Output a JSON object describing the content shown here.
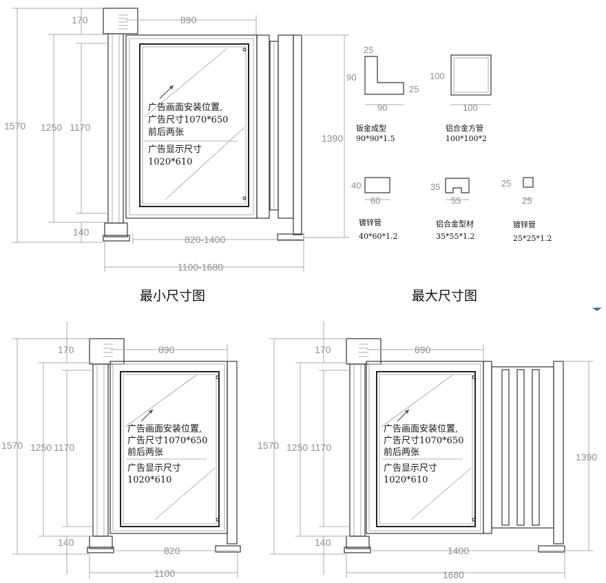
{
  "captions": {
    "min": "最小尺寸图",
    "max": "最大尺寸图"
  },
  "ad_note": {
    "line1": "广告画面安装位置,",
    "line2": "广告尺寸1070*650",
    "line3": "前后两张",
    "line4": "广告显示尺寸",
    "line5": "1020*610"
  },
  "top_dims": {
    "h1570": "1570",
    "h1250": "1250",
    "h1170": "1170",
    "h170": "170",
    "h140": "140",
    "w890": "890",
    "h1390": "1390",
    "w820_1400": "820-1400",
    "w1100_1680": "1100-1680"
  },
  "min_dims": {
    "h1570": "1570",
    "h1250": "1250",
    "h1170": "1170",
    "h170": "170",
    "h140": "140",
    "w890": "890",
    "w820": "820",
    "w1100": "1100"
  },
  "max_dims": {
    "h1570": "1570",
    "h1250": "1250",
    "h1170": "1170",
    "h170": "170",
    "h140": "140",
    "w890": "890",
    "h1390": "1390",
    "w1400": "1400",
    "w1680": "1680"
  },
  "profiles": [
    {
      "name": "钣金成型",
      "spec": "90*90*1.5",
      "dims": [
        "25",
        "90",
        "25",
        "90"
      ]
    },
    {
      "name": "铝合金方管",
      "spec": "100*100*2",
      "dims": [
        "100",
        "100"
      ]
    },
    {
      "name": "镀锌管",
      "spec": "40*60*1.2",
      "dims": [
        "40",
        "60"
      ]
    },
    {
      "name": "铝合金型材",
      "spec": "35*55*1.2",
      "dims": [
        "35",
        "55"
      ]
    },
    {
      "name": "镀锌管",
      "spec": "25*25*1.2",
      "dims": [
        "25",
        "25"
      ]
    }
  ]
}
